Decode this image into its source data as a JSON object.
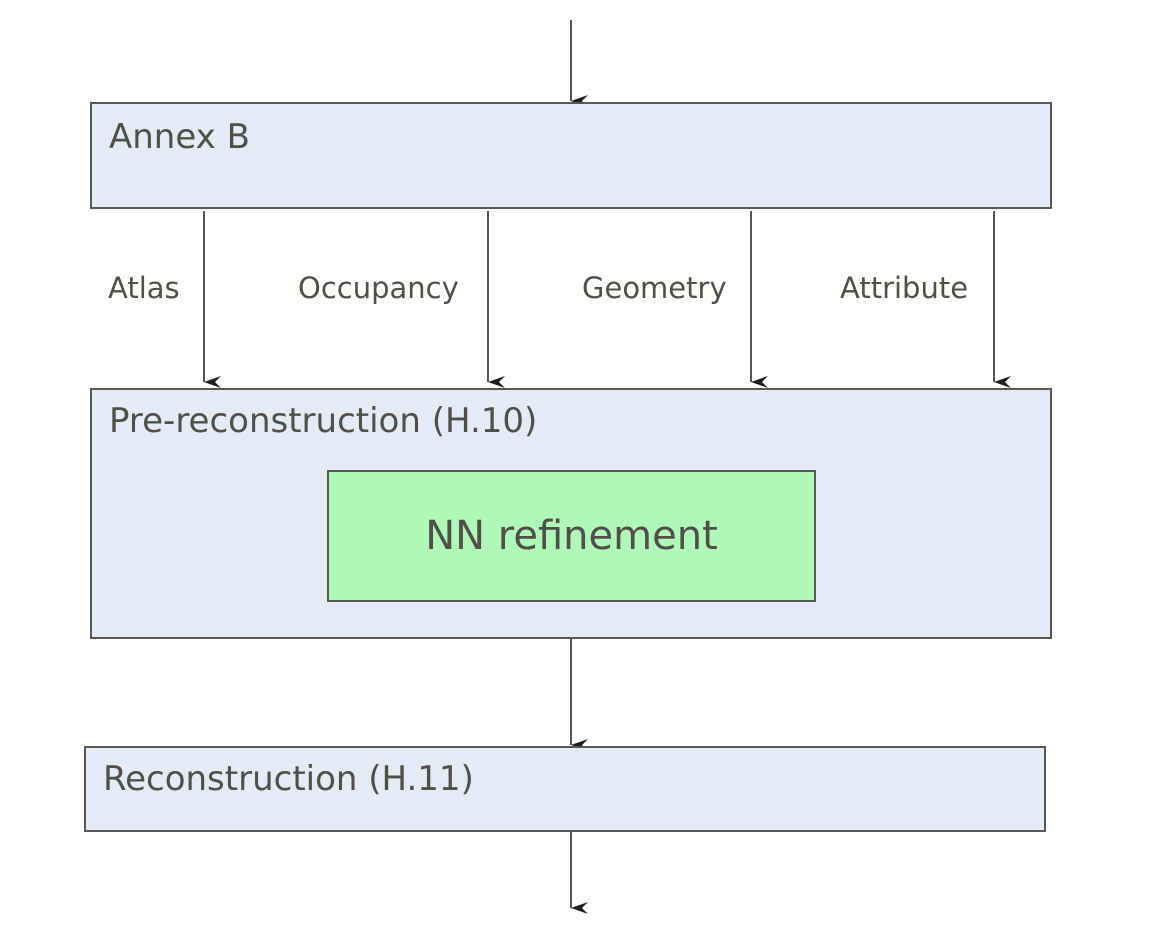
{
  "diagram": {
    "nodes": {
      "annex_b": {
        "label": "Annex B"
      },
      "pre_reconstruction": {
        "label": "Pre-reconstruction (H.10)"
      },
      "nn_refinement": {
        "label": "NN refinement"
      },
      "reconstruction": {
        "label": "Reconstruction (H.11)"
      }
    },
    "edges": {
      "atlas": {
        "label": "Atlas"
      },
      "occupancy": {
        "label": "Occupancy"
      },
      "geometry": {
        "label": "Geometry"
      },
      "attribute": {
        "label": "Attribute"
      }
    },
    "colors": {
      "outer_box_fill": "#e4ebf6",
      "inner_box_fill": "#aef8b8",
      "stroke": "#5a5a55",
      "text": "#505049"
    }
  }
}
